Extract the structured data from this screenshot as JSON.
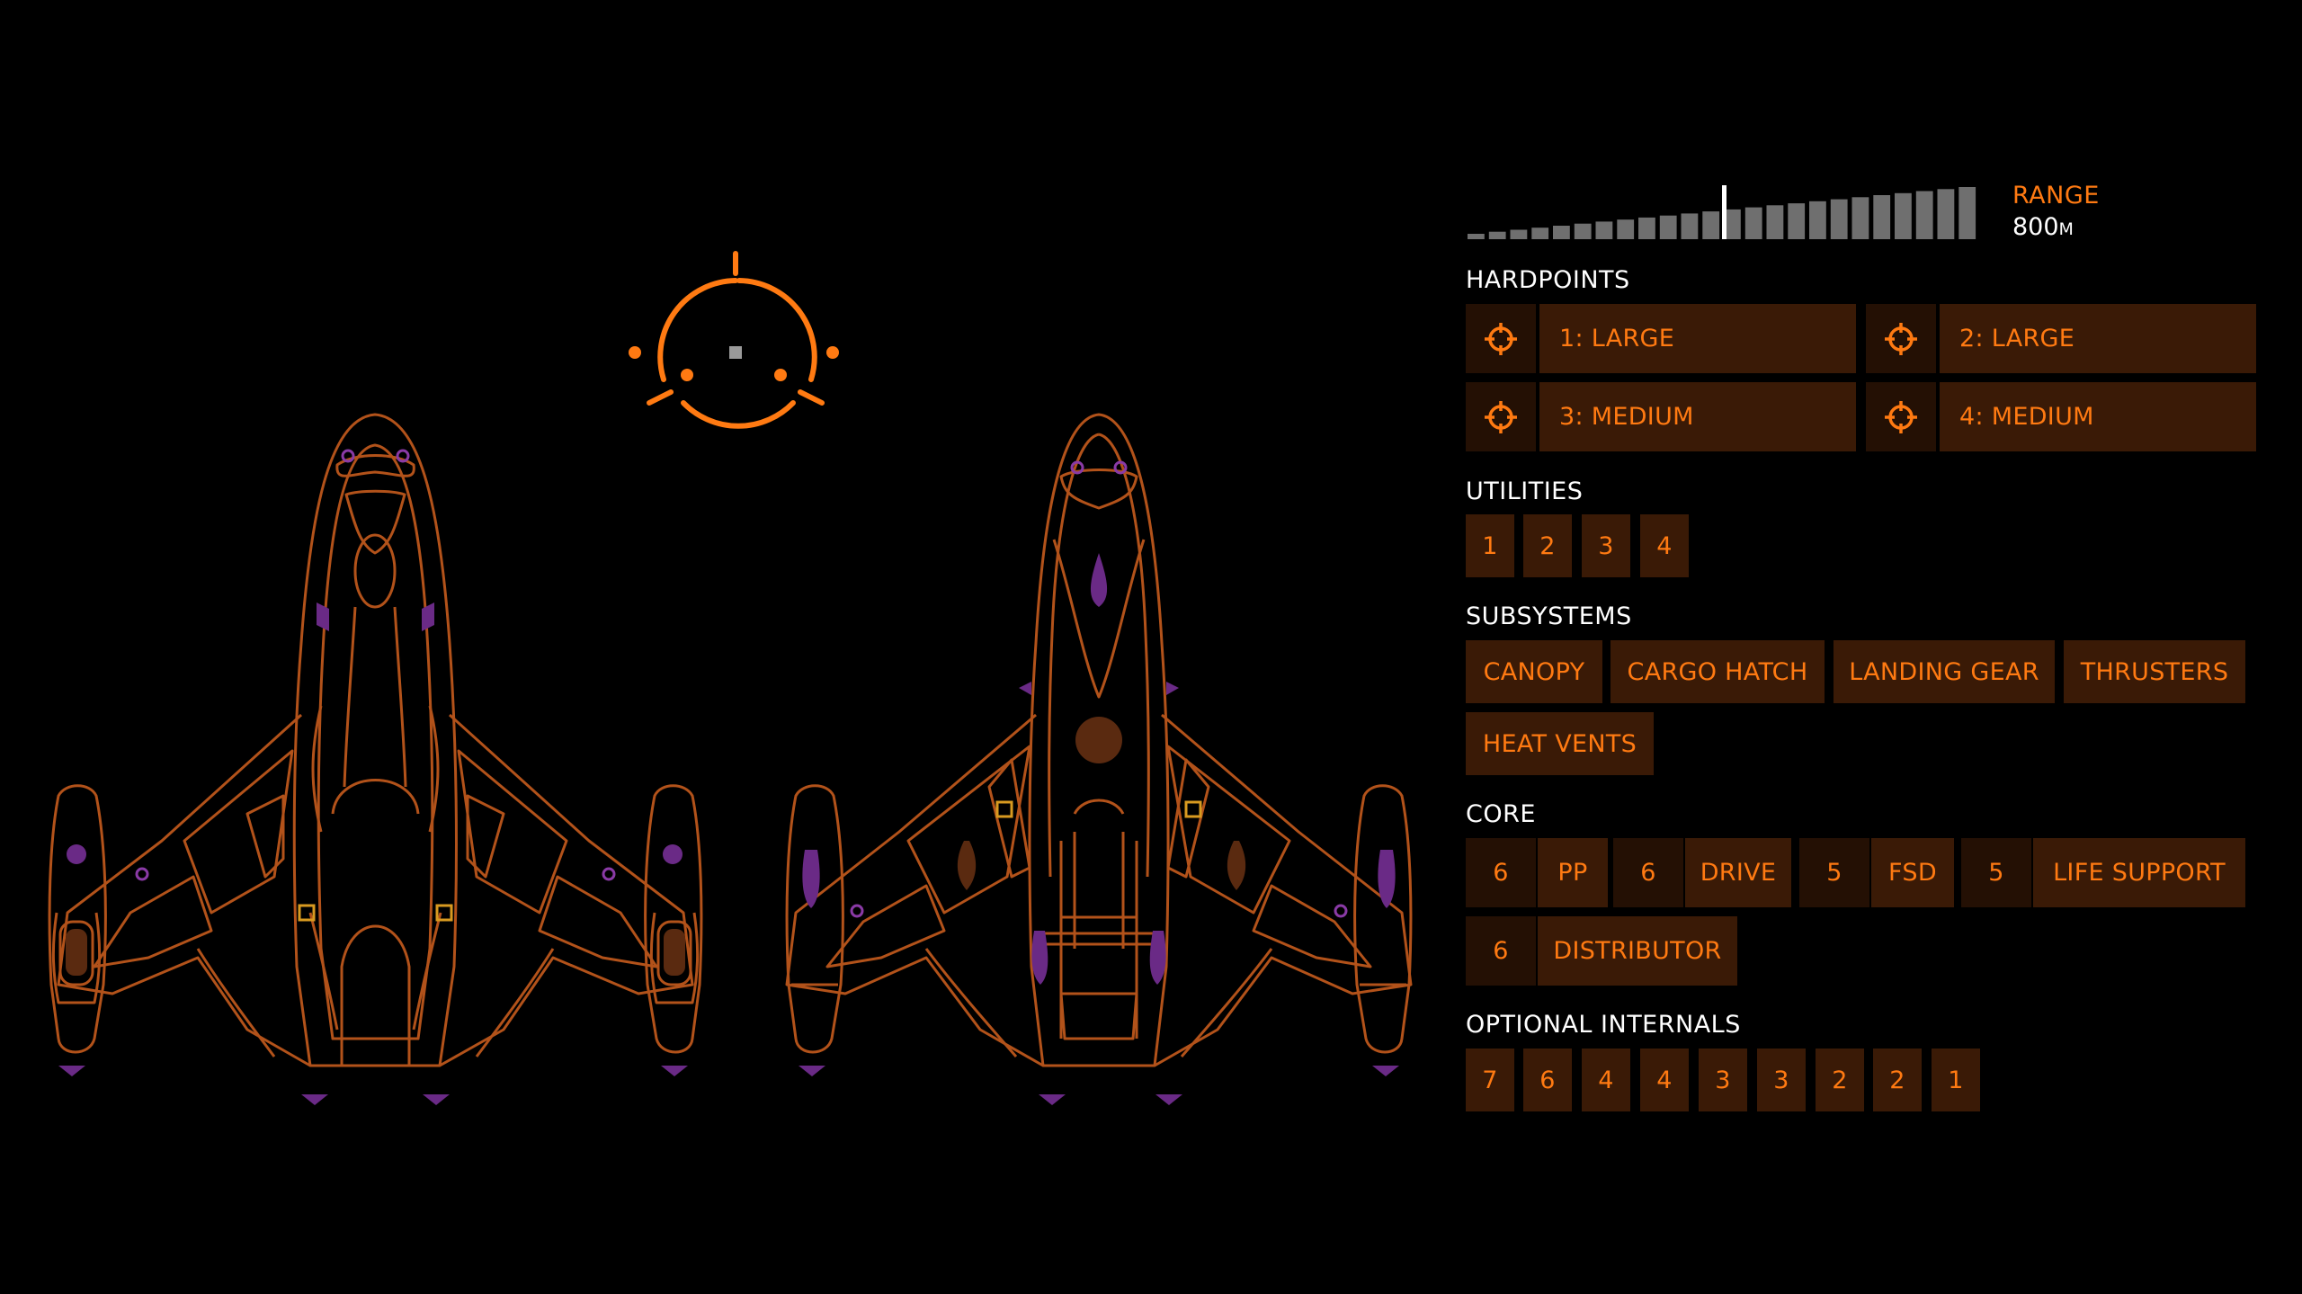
{
  "colors": {
    "accent": "#ff7a12",
    "chip_bg": "#3a1a06",
    "chip_bg_dark": "#241004",
    "line": "#b2521a",
    "purple": "#6a2a86",
    "heading": "#ffffff"
  },
  "range": {
    "label": "RANGE",
    "value": "800",
    "unit": "M",
    "level": 0.5
  },
  "hardpoints": {
    "title": "HARDPOINTS",
    "items": [
      {
        "label": "1: LARGE",
        "icon": "crosshair-icon"
      },
      {
        "label": "2: LARGE",
        "icon": "crosshair-icon"
      },
      {
        "label": "3: MEDIUM",
        "icon": "crosshair-icon"
      },
      {
        "label": "4: MEDIUM",
        "icon": "crosshair-icon"
      }
    ]
  },
  "utilities": {
    "title": "UTILITIES",
    "items": [
      "1",
      "2",
      "3",
      "4"
    ]
  },
  "subsystems": {
    "title": "SUBSYSTEMS",
    "items": [
      "CANOPY",
      "CARGO HATCH",
      "LANDING GEAR",
      "THRUSTERS",
      "HEAT VENTS"
    ]
  },
  "core": {
    "title": "CORE",
    "items": [
      {
        "class": "6",
        "label": "PP"
      },
      {
        "class": "6",
        "label": "DRIVE"
      },
      {
        "class": "5",
        "label": "FSD"
      },
      {
        "class": "5",
        "label": "LIFE SUPPORT"
      },
      {
        "class": "6",
        "label": "DISTRIBUTOR"
      }
    ]
  },
  "optional_internals": {
    "title": "OPTIONAL INTERNALS",
    "items": [
      "7",
      "6",
      "4",
      "4",
      "3",
      "3",
      "2",
      "2",
      "1"
    ]
  }
}
